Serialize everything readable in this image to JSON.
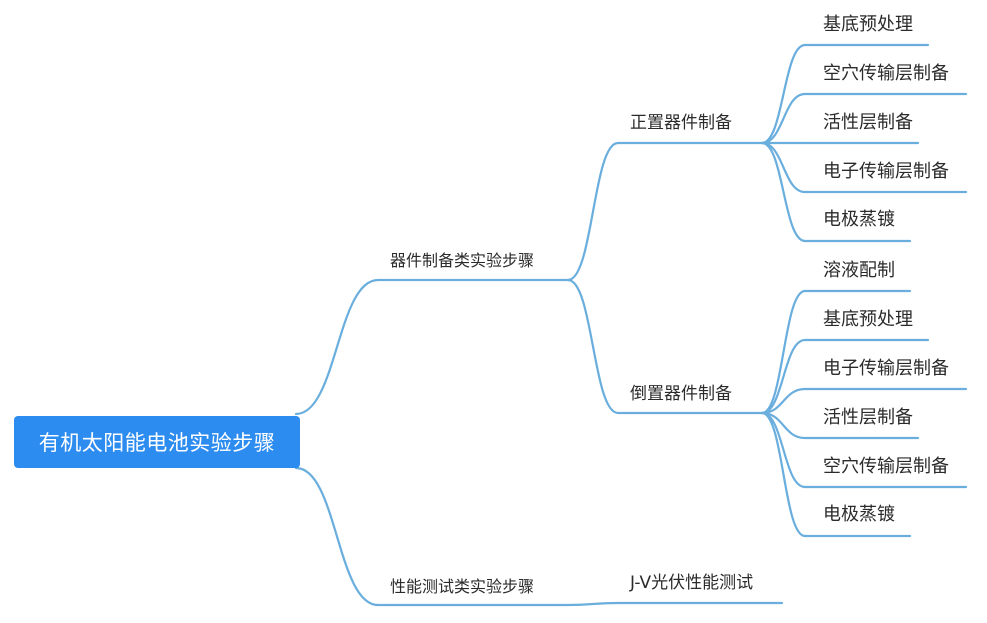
{
  "root": {
    "label": "有机太阳能电池实验步骤"
  },
  "branches": [
    {
      "label": "器件制备类实验步骤",
      "children": [
        {
          "label": "正置器件制备",
          "children": [
            "基底预处理",
            "空穴传输层制备",
            "活性层制备",
            "电子传输层制备",
            "电极蒸镀"
          ]
        },
        {
          "label": "倒置器件制备",
          "children": [
            "溶液配制",
            "基底预处理",
            "电子传输层制备",
            "活性层制备",
            "空穴传输层制备",
            "电极蒸镀"
          ]
        }
      ]
    },
    {
      "label": "性能测试类实验步骤",
      "children": [
        {
          "label": "J-V光伏性能测试",
          "children": []
        }
      ]
    }
  ],
  "colors": {
    "root_fill": "#2d8cf0",
    "edge": "#6aaede",
    "root_text": "#ffffff",
    "text": "#2b2b2b"
  }
}
